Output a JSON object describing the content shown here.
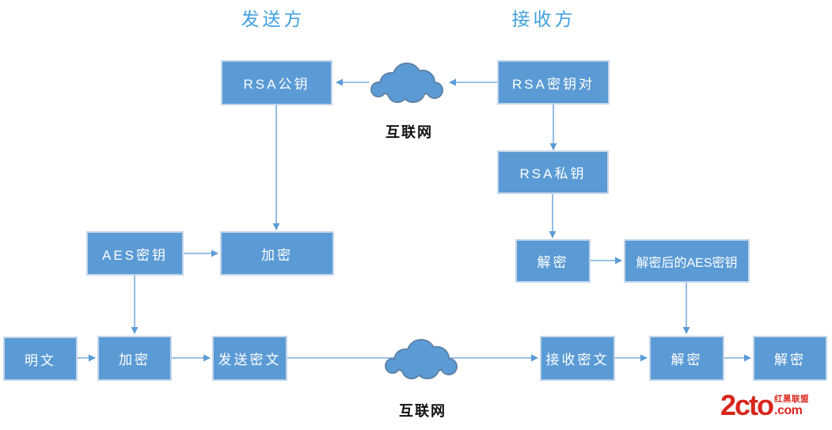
{
  "headers": {
    "sender": "发送方",
    "receiver": "接收方"
  },
  "nodes": {
    "rsa_public_key": "RSA公钥",
    "rsa_key_pair": "RSA密钥对",
    "rsa_private_key": "RSA私钥",
    "decrypt_aes": "解密",
    "decrypted_aes_key": "解密后的AES密钥",
    "aes_key": "AES密钥",
    "encrypt_aes_key": "加密",
    "plaintext": "明文",
    "encrypt_plaintext": "加密",
    "send_ciphertext": "发送密文",
    "receive_ciphertext": "接收密文",
    "decrypt_ciphertext": "解密",
    "decrypt_final": "解密"
  },
  "internet": {
    "top_label": "互联网",
    "bottom_label": "互联网"
  },
  "watermark": {
    "logo": "2cto",
    "domain": ".com",
    "brand": "红黑联盟"
  },
  "colors": {
    "node_fill": "#5b9bd5",
    "node_border": "#c3d6ea",
    "node_text": "#ffffff",
    "connector_line": "#79abdd",
    "arrowhead": "#5b9bd5",
    "header_text": "#41a0e0",
    "internet_label_text": "#111111",
    "cloud_fill": "#5b9bd5",
    "cloud_stroke": "#5d82a8",
    "watermark_red": "#d9251c"
  }
}
